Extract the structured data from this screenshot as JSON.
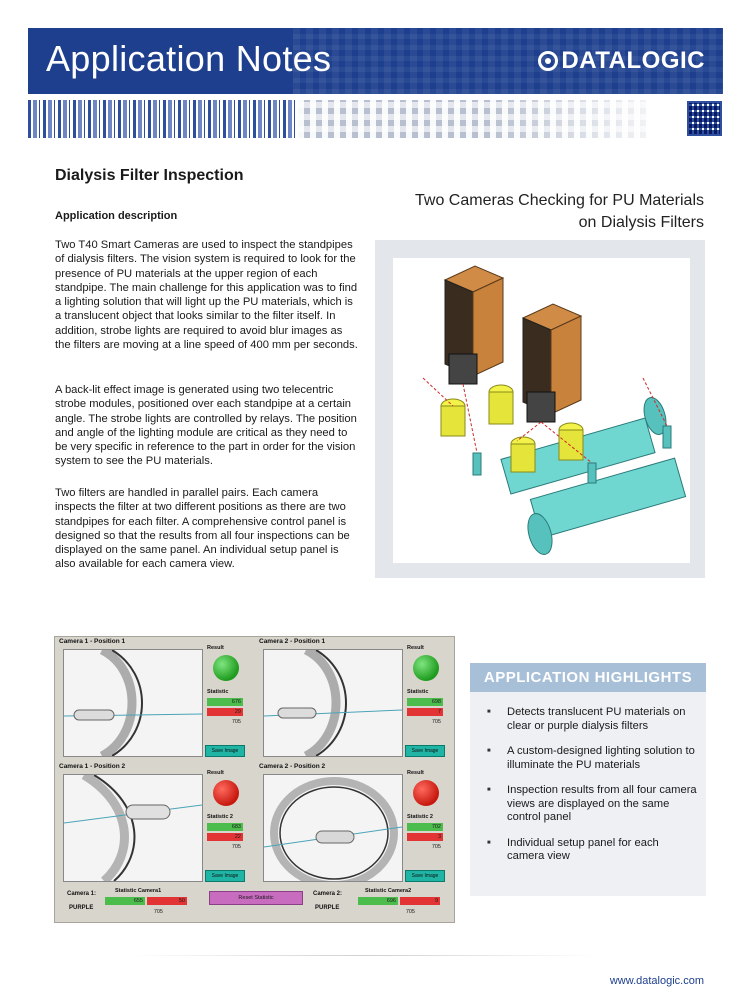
{
  "header": {
    "title": "Application Notes",
    "logo_text": "DATALOGIC"
  },
  "left": {
    "page_heading": "Dialysis Filter Inspection",
    "desc_heading": "Application description",
    "paragraphs": [
      "Two T40 Smart Cameras are used to inspect the standpipes of dialysis filters. The vision system is required to look for the presence of PU materials at the upper region of each standpipe. The main challenge for this application was to find a lighting solution that will light up the PU materials, which is a translucent object that looks similar to the filter itself. In addition, strobe lights are required to avoid blur images as the filters are moving at a line speed of 400 mm per seconds.",
      "A back-lit effect image is generated using two telecentric strobe modules, positioned over each standpipe at a certain angle. The strobe lights are controlled by relays. The position and angle of the lighting module are critical as they need to be very specific in reference to the part in order for the vision system to see the PU materials.",
      "Two filters are handled in parallel pairs. Each camera inspects the filter at two different positions as there are two standpipes for each filter. A comprehensive control panel is designed so that the results from all four inspections can be displayed on the same panel. An individual setup panel is also available for each camera view."
    ]
  },
  "figure": {
    "title_line1": "Two Cameras Checking for PU Materials",
    "title_line2": "on Dialysis Filters"
  },
  "panel": {
    "cams": [
      {
        "label": "Camera 1 - Position 1",
        "result_label": "Result",
        "status": "pass",
        "stat_label": "Statistic",
        "green": "676",
        "red": "29",
        "total": "705",
        "save": "Save Image"
      },
      {
        "label": "Camera 2 - Position 1",
        "result_label": "Result",
        "status": "pass",
        "stat_label": "Statistic",
        "green": "698",
        "red": "7",
        "total": "705",
        "save": "Save Image"
      },
      {
        "label": "Camera 1 - Position 2",
        "result_label": "Result",
        "status": "fail",
        "stat_label": "Statistic 2",
        "green": "683",
        "red": "22",
        "total": "705",
        "save": "Save Image"
      },
      {
        "label": "Camera 2 - Position 2",
        "result_label": "Result",
        "status": "fail",
        "stat_label": "Statistic 2",
        "green": "702",
        "red": "3",
        "total": "705",
        "save": "Save Image"
      }
    ],
    "bottom": {
      "cam1_label": "Camera 1:",
      "cam1_material": "PURPLE",
      "cam1_stat_label": "Statistic Camera1",
      "cam1_green": "655",
      "cam1_red": "50",
      "cam1_total": "705",
      "reset": "Reset Statistic",
      "cam2_label": "Camera 2:",
      "cam2_material": "PURPLE",
      "cam2_stat_label": "Statistic Camera2",
      "cam2_green": "696",
      "cam2_red": "9",
      "cam2_total": "705"
    }
  },
  "highlights": {
    "title": "APPLICATION HIGHLIGHTS",
    "items": [
      "Detects translucent PU materials on clear or purple dialysis filters",
      "A custom-designed lighting solution to illuminate the PU materials",
      "Inspection results from all four camera views are displayed on the same control panel",
      "Individual setup panel for each camera view"
    ]
  },
  "footer": {
    "url": "www.datalogic.com"
  },
  "colors": {
    "brand_blue": "#1d3f8e",
    "highlight_title_bg": "#a8bfd8",
    "pass_green": "#4cbd4c",
    "fail_red": "#e23434"
  }
}
